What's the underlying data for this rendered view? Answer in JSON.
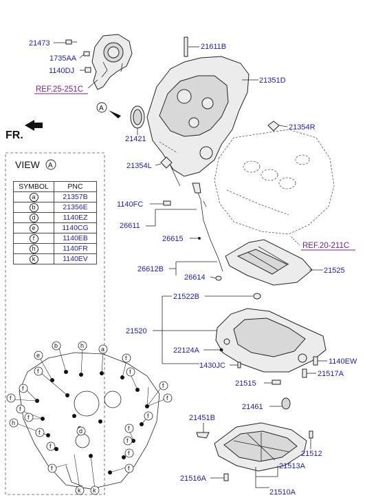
{
  "labels": {
    "p21473": "21473",
    "p1735AA": "1735AA",
    "p1140DJ": "1140DJ",
    "ref_25_251C": "REF.25-251C",
    "p21611B": "21611B",
    "p21351D": "21351D",
    "p21354R": "21354R",
    "p21421": "21421",
    "p21354L": "21354L",
    "p1140FC": "1140FC",
    "p26611": "26611",
    "p26615": "26615",
    "ref_20_211C": "REF.20-211C",
    "p26612B": "26612B",
    "p26614": "26614",
    "p21525": "21525",
    "p21522B": "21522B",
    "p21520": "21520",
    "p22124A": "22124A",
    "p1430JC": "1430JC",
    "p1140EW": "1140EW",
    "p21517A": "21517A",
    "p21515": "21515",
    "p21461": "21461",
    "p21451B": "21451B",
    "p21512": "21512",
    "p21513A": "21513A",
    "p21516A": "21516A",
    "p21510A": "21510A"
  },
  "fr_label": "FR.",
  "view_marker": "A",
  "view_title": "VIEW",
  "view_table": {
    "headers": [
      "SYMBOL",
      "PNC"
    ],
    "rows": [
      {
        "symbol": "a",
        "pnc": "21357B"
      },
      {
        "symbol": "b",
        "pnc": "21356E"
      },
      {
        "symbol": "d",
        "pnc": "1140EZ"
      },
      {
        "symbol": "e",
        "pnc": "1140CG"
      },
      {
        "symbol": "f",
        "pnc": "1140EB"
      },
      {
        "symbol": "h",
        "pnc": "1140FR"
      },
      {
        "symbol": "k",
        "pnc": "1140EV"
      }
    ]
  },
  "view_callouts": {
    "a": "a",
    "b": "b",
    "d": "d",
    "e": "e",
    "f": "f",
    "h": "h",
    "k": "k"
  },
  "colors": {
    "label": "#1a1acc",
    "reference": "#7a1aa6",
    "line": "#222222"
  }
}
